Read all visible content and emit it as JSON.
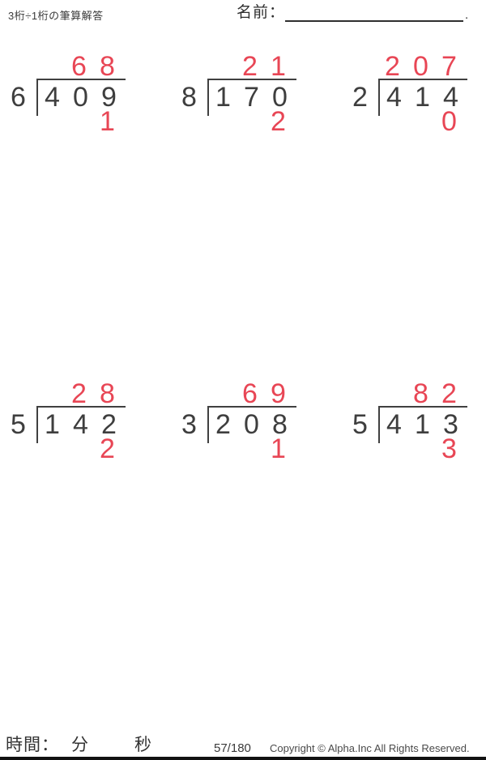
{
  "header": {
    "title": "3桁÷1桁の筆算解答",
    "name_label": "名前：",
    "name_line_suffix": "."
  },
  "colors": {
    "answer_red": "#e84655",
    "ink": "#3e3e3e",
    "line": "#404040"
  },
  "problems": [
    {
      "divisor": "6",
      "dividend": [
        "4",
        "0",
        "9"
      ],
      "quotient": [
        "",
        "6",
        "8"
      ],
      "remainder": [
        "",
        "",
        "1"
      ]
    },
    {
      "divisor": "8",
      "dividend": [
        "1",
        "7",
        "0"
      ],
      "quotient": [
        "",
        "2",
        "1"
      ],
      "remainder": [
        "",
        "",
        "2"
      ]
    },
    {
      "divisor": "2",
      "dividend": [
        "4",
        "1",
        "4"
      ],
      "quotient": [
        "2",
        "0",
        "7"
      ],
      "remainder": [
        "",
        "",
        "0"
      ]
    },
    {
      "divisor": "5",
      "dividend": [
        "1",
        "4",
        "2"
      ],
      "quotient": [
        "",
        "2",
        "8"
      ],
      "remainder": [
        "",
        "",
        "2"
      ]
    },
    {
      "divisor": "3",
      "dividend": [
        "2",
        "0",
        "8"
      ],
      "quotient": [
        "",
        "6",
        "9"
      ],
      "remainder": [
        "",
        "",
        "1"
      ]
    },
    {
      "divisor": "5",
      "dividend": [
        "4",
        "1",
        "3"
      ],
      "quotient": [
        "",
        "8",
        "2"
      ],
      "remainder": [
        "",
        "",
        "3"
      ]
    }
  ],
  "footer": {
    "time_label": "時間：",
    "minutes_label": "分",
    "seconds_label": "秒",
    "page_number": "57/180",
    "copyright": "Copyright © Alpha.Inc All Rights Reserved."
  }
}
